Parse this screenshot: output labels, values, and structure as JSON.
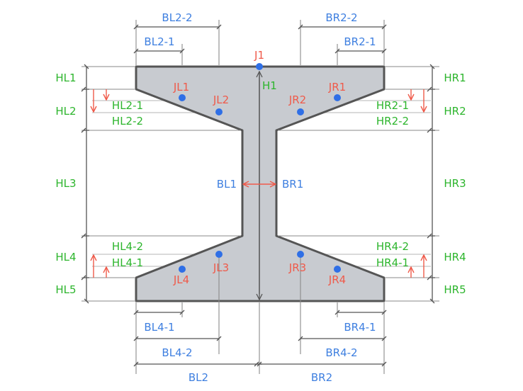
{
  "colors": {
    "section_fill": "#c8cbd0",
    "section_stroke": "#555555",
    "blue": "#3e7fe0",
    "green": "#2db52d",
    "red": "#ef5a4a",
    "point": "#2f6fe6"
  },
  "labels": {
    "BL2_2": "BL2-2",
    "BL2_1": "BL2-1",
    "BR2_2": "BR2-2",
    "BR2_1": "BR2-1",
    "J1": "J1",
    "H1": "H1",
    "HL1": "HL1",
    "HL2": "HL2",
    "HL3": "HL3",
    "HL4": "HL4",
    "HL5": "HL5",
    "HR1": "HR1",
    "HR2": "HR2",
    "HR3": "HR3",
    "HR4": "HR4",
    "HR5": "HR5",
    "JL1": "JL1",
    "JL2": "JL2",
    "JR1": "JR1",
    "JR2": "JR2",
    "JL3": "JL3",
    "JL4": "JL4",
    "JR3": "JR3",
    "JR4": "JR4",
    "HL2_1": "HL2-1",
    "HL2_2": "HL2-2",
    "HR2_1": "HR2-1",
    "HR2_2": "HR2-2",
    "HL4_1": "HL4-1",
    "HL4_2": "HL4-2",
    "HR4_1": "HR4-1",
    "HR4_2": "HR4-2",
    "BL1": "BL1",
    "BR1": "BR1",
    "BL4_1": "BL4-1",
    "BL4_2": "BL4-2",
    "BR4_1": "BR4-1",
    "BR4_2": "BR4-2",
    "BL2": "BL2",
    "BR2": "BR2"
  }
}
